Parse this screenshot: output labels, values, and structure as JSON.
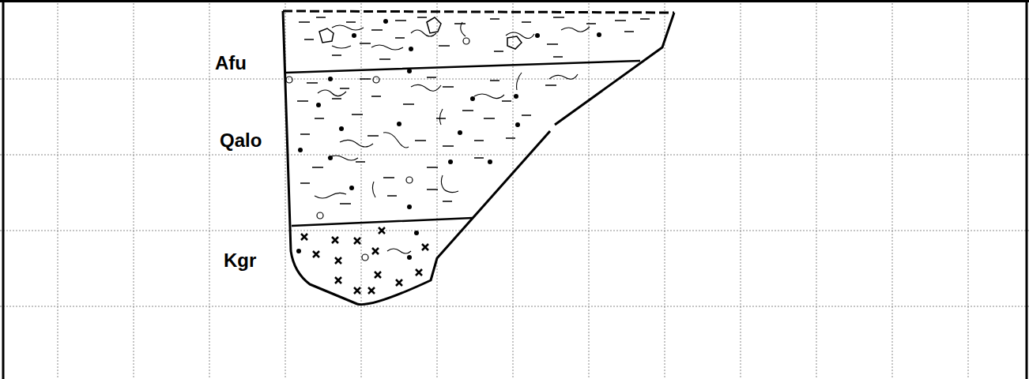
{
  "diagram": {
    "labels": [
      "Afu",
      "Qalo",
      "Kgr"
    ]
  }
}
